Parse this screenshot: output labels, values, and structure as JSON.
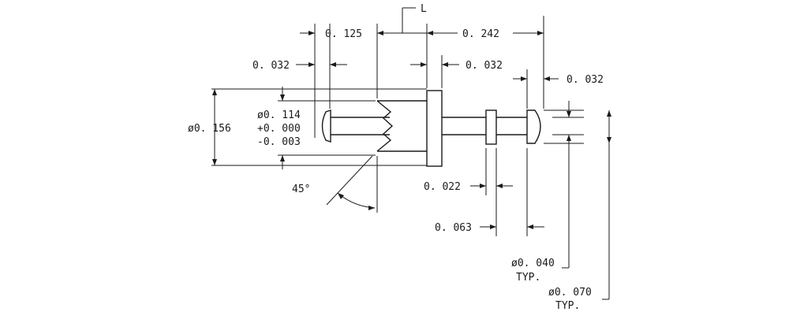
{
  "drawing": {
    "ref_label": "L",
    "dim_0125": "0. 125",
    "dim_0242": "0. 242",
    "dim_0032_left": "0. 032",
    "dim_0032_mid": "0. 032",
    "dim_0032_right": "0. 032",
    "dia_0156": "ø0. 156",
    "dia_0114_line1": "ø0. 114",
    "dia_0114_line2": "+0. 000",
    "dia_0114_line3": "-0. 003",
    "angle_45": "45°",
    "dim_0022": "0. 022",
    "dim_0063": "0. 063",
    "dia_0040": "ø0. 040",
    "dia_0040_note": "TYP.",
    "dia_0070": "ø0. 070",
    "dia_0070_note": "TYP."
  }
}
